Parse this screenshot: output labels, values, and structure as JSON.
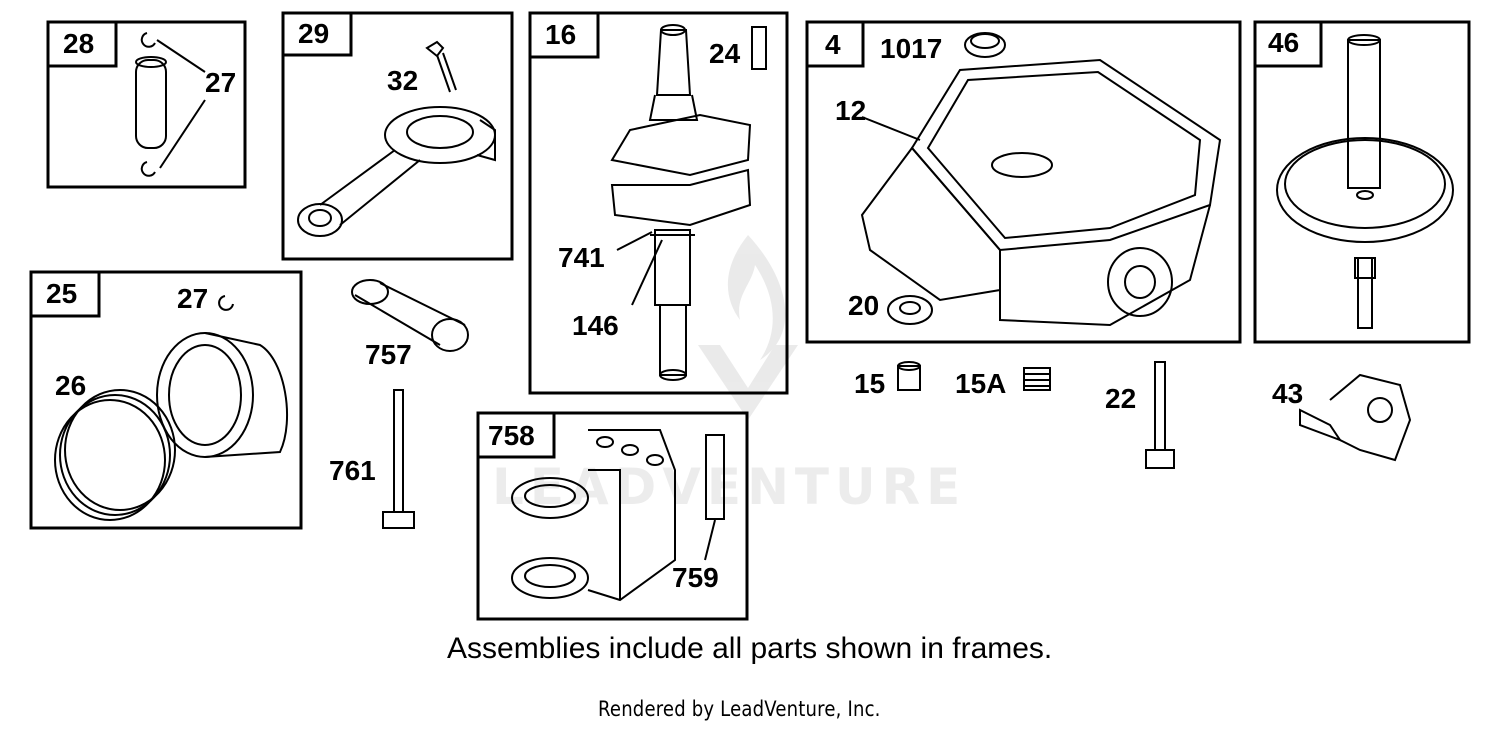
{
  "frames": [
    {
      "id": "28"
    },
    {
      "id": "29"
    },
    {
      "id": "16"
    },
    {
      "id": "4"
    },
    {
      "id": "46"
    },
    {
      "id": "25"
    },
    {
      "id": "758"
    }
  ],
  "callouts": {
    "p27a": "27",
    "p32": "32",
    "p24": "24",
    "p1017": "1017",
    "p12": "12",
    "p741": "741",
    "p146": "146",
    "p20": "20",
    "p27b": "27",
    "p26": "26",
    "p757": "757",
    "p761": "761",
    "p759": "759",
    "p15": "15",
    "p15A": "15A",
    "p22": "22",
    "p43": "43"
  },
  "note": "Assemblies include all parts shown in frames.",
  "credit": "Rendered by LeadVenture, Inc.",
  "watermark": "LEADVENTURE"
}
